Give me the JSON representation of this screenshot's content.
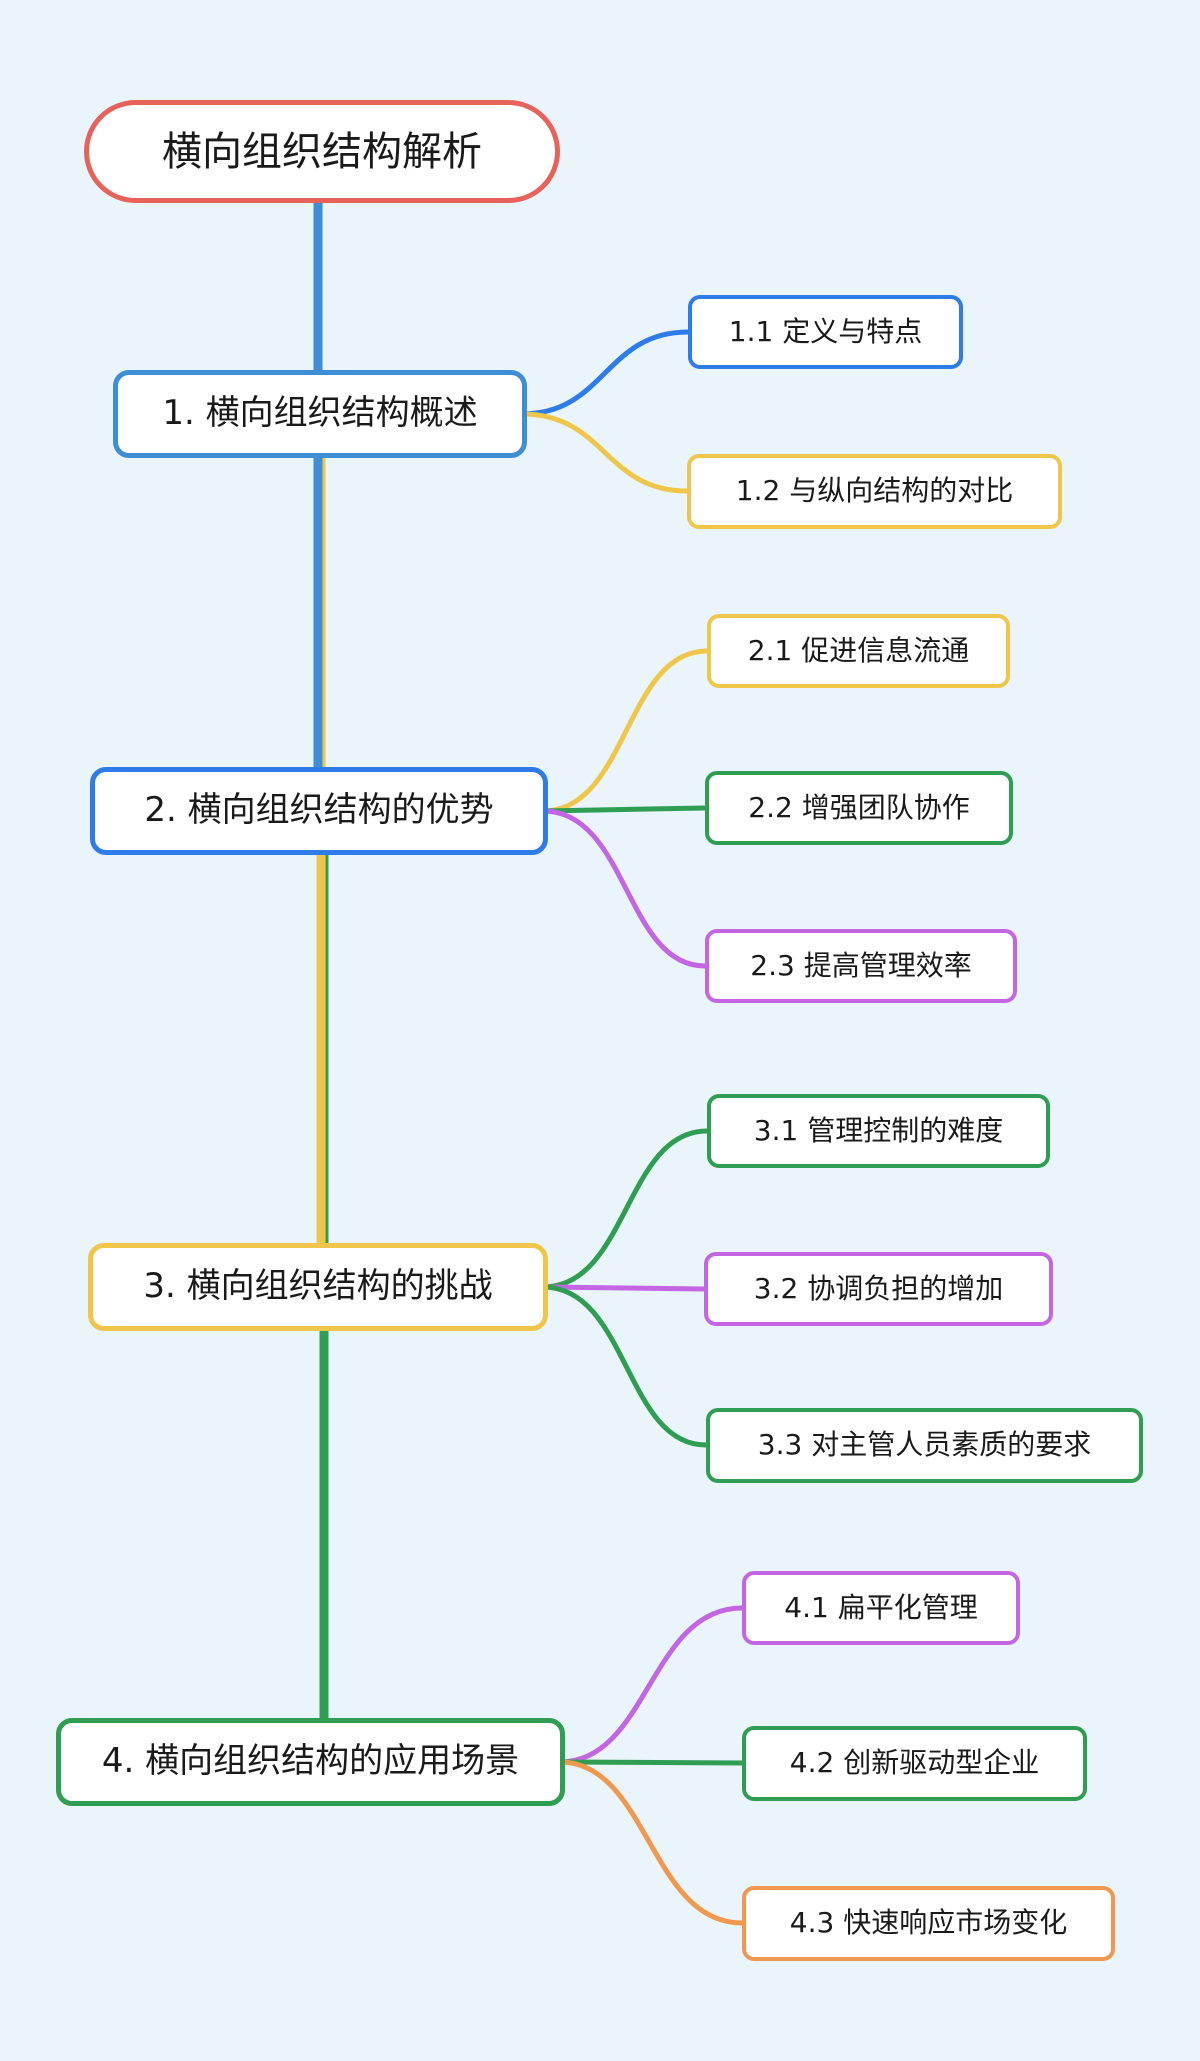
{
  "palette": {
    "background": "#E9F4FB",
    "node_background": "#FFFFFF",
    "text": "#1A1A1A",
    "spine_blue": "#3E8ED6",
    "spine_yellow": "#F0C64A",
    "spine_green": "#2F9E52"
  },
  "diagram": {
    "root": {
      "label": "横向组织结构解析",
      "color": "#E8625C"
    },
    "branches": [
      {
        "label": "1. 横向组织结构概述",
        "color": "#3E8ED6",
        "children": [
          {
            "label": "1.1 定义与特点",
            "color": "#2E7CE9"
          },
          {
            "label": "1.2 与纵向结构的对比",
            "color": "#F0C64A"
          }
        ]
      },
      {
        "label": "2. 横向组织结构的优势",
        "color": "#2E7CE9",
        "children": [
          {
            "label": "2.1 促进信息流通",
            "color": "#F0C64A"
          },
          {
            "label": "2.2 增强团队协作",
            "color": "#2F9E52"
          },
          {
            "label": "2.3 提高管理效率",
            "color": "#C466E4"
          }
        ]
      },
      {
        "label": "3. 横向组织结构的挑战",
        "color": "#F0C64A",
        "children": [
          {
            "label": "3.1 管理控制的难度",
            "color": "#2F9E52"
          },
          {
            "label": "3.2 协调负担的增加",
            "color": "#C466E4"
          },
          {
            "label": "3.3 对主管人员素质的要求",
            "color": "#2F9E52"
          }
        ]
      },
      {
        "label": "4. 横向组织结构的应用场景",
        "color": "#2F9E52",
        "children": [
          {
            "label": "4.1 扁平化管理",
            "color": "#C466E4"
          },
          {
            "label": "4.2 创新驱动型企业",
            "color": "#2F9E52"
          },
          {
            "label": "4.3 快速响应市场变化",
            "color": "#F0984F"
          }
        ]
      }
    ]
  }
}
